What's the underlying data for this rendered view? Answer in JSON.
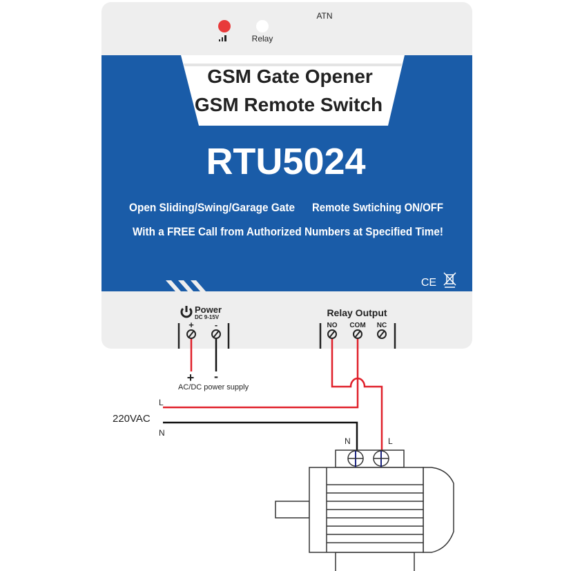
{
  "device": {
    "indicator_atn": "ATN",
    "indicator_relay": "Relay",
    "title_line1": "GSM Gate Opener",
    "title_line2": "GSM Remote Switch",
    "model": "RTU5024",
    "feature_left": "Open Sliding/Swing/Garage Gate",
    "feature_right": "Remote Swtiching ON/OFF",
    "tagline": "With a FREE Call from Authorized Numbers at Specified Time!",
    "ce_mark": "CE",
    "power_label": "Power",
    "power_spec": "DC 9-15V",
    "power_plus": "+",
    "power_minus": "-",
    "relay_output_label": "Relay Output",
    "relay_no": "NO",
    "relay_com": "COM",
    "relay_nc": "NC"
  },
  "wiring": {
    "supply_plus": "+",
    "supply_minus": "-",
    "supply_label": "AC/DC power supply",
    "mains_label": "220VAC",
    "line_l": "L",
    "line_n": "N",
    "motor_n": "N",
    "motor_l": "L"
  },
  "colors": {
    "blue": "#1a5ca8",
    "panel": "#eeeeee",
    "wire_red": "#e0202a",
    "wire_black": "#111111"
  }
}
